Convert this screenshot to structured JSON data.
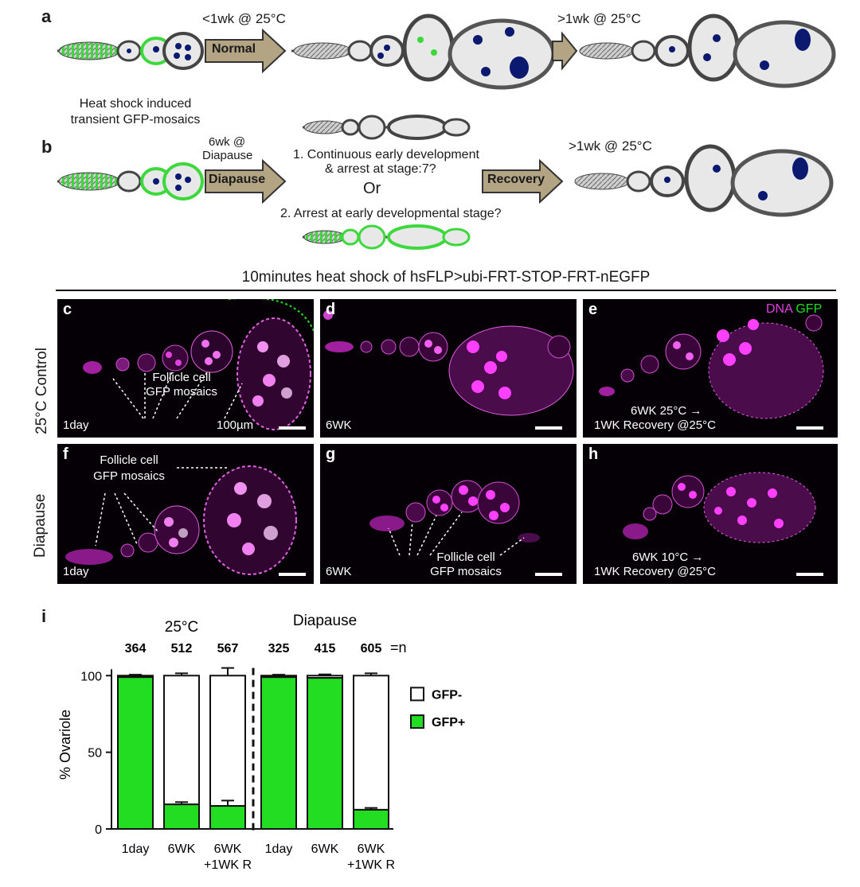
{
  "panel_labels": {
    "a": "a",
    "b": "b",
    "c": "c",
    "d": "d",
    "e": "e",
    "f": "f",
    "g": "g",
    "h": "h",
    "i": "i"
  },
  "schematic": {
    "a_cond1": "<1wk @ 25°C",
    "a_arrow1": "Normal",
    "a_cond2": ">1wk @ 25°C",
    "heat_shock_line1": "Heat shock induced",
    "heat_shock_line2": "transient GFP-mosaics",
    "b_cond1_line1": "6wk @",
    "b_cond1_line2": "Diapause",
    "b_arrow1": "Diapause",
    "b_option1_line1": "1. Continuous early development",
    "b_option1_line2": "& arrest at stage:7?",
    "b_or": "Or",
    "b_option2": "2. Arrest at early developmental stage?",
    "b_arrow2": "Recovery",
    "b_cond2": ">1wk @ 25°C"
  },
  "micrographs": {
    "header": "10minutes heat shock of hsFLP>ubi-FRT-STOP-FRT-nEGFP",
    "row1_label": "25°C Control",
    "row2_label": "Diapause",
    "legend_dna": "DNA",
    "legend_gfp": "GFP",
    "c_time": "1day",
    "c_scale": "100µm",
    "c_annot_line1": "Follicle cell",
    "c_annot_line2": "GFP mosaics",
    "d_time": "6WK",
    "e_note_line1": "6WK 25°C →",
    "e_note_line2": "1WK Recovery @25°C",
    "f_time": "1day",
    "f_annot_line1": "Follicle cell",
    "f_annot_line2": "GFP mosaics",
    "g_time": "6WK",
    "g_annot_line1": "Follicle cell",
    "g_annot_line2": "GFP mosaics",
    "h_note_line1": "6WK 10°C →",
    "h_note_line2": "1WK Recovery @25°C"
  },
  "colors": {
    "green": "#22dd22",
    "magenta": "#e040e0",
    "arrow_fill": "#b3a584",
    "navy": "#0b1a6e"
  },
  "chart_data": {
    "type": "bar",
    "stacked": true,
    "group_labels": [
      "25°C",
      "Diapause"
    ],
    "categories": [
      "1day",
      "6WK",
      "6WK\n+1WK R",
      "1day",
      "6WK",
      "6WK\n+1WK R"
    ],
    "category_line1": [
      "1day",
      "6WK",
      "6WK",
      "1day",
      "6WK",
      "6WK"
    ],
    "category_line2": [
      "",
      "",
      "+1WK R",
      "",
      "",
      "+1WK R"
    ],
    "n_values": [
      "364",
      "512",
      "567",
      "325",
      "415",
      "605"
    ],
    "n_suffix": "=n",
    "series": [
      {
        "name": "GFP+",
        "values": [
          99,
          16,
          15,
          99,
          98.5,
          12.5
        ],
        "errors": [
          0.6,
          1.5,
          3.5,
          0.6,
          0.8,
          1.2
        ],
        "color": "#22dd22"
      },
      {
        "name": "GFP-",
        "values": [
          1,
          84,
          85,
          1,
          1.5,
          87.5
        ],
        "errors": [
          0.6,
          1.5,
          5,
          0.6,
          0.8,
          1.5
        ],
        "color": "#ffffff"
      }
    ],
    "ylabel": "% Ovariole",
    "yticks": [
      "0",
      "50",
      "100"
    ],
    "ylim": [
      0,
      110
    ],
    "divider_after_index": 2
  }
}
